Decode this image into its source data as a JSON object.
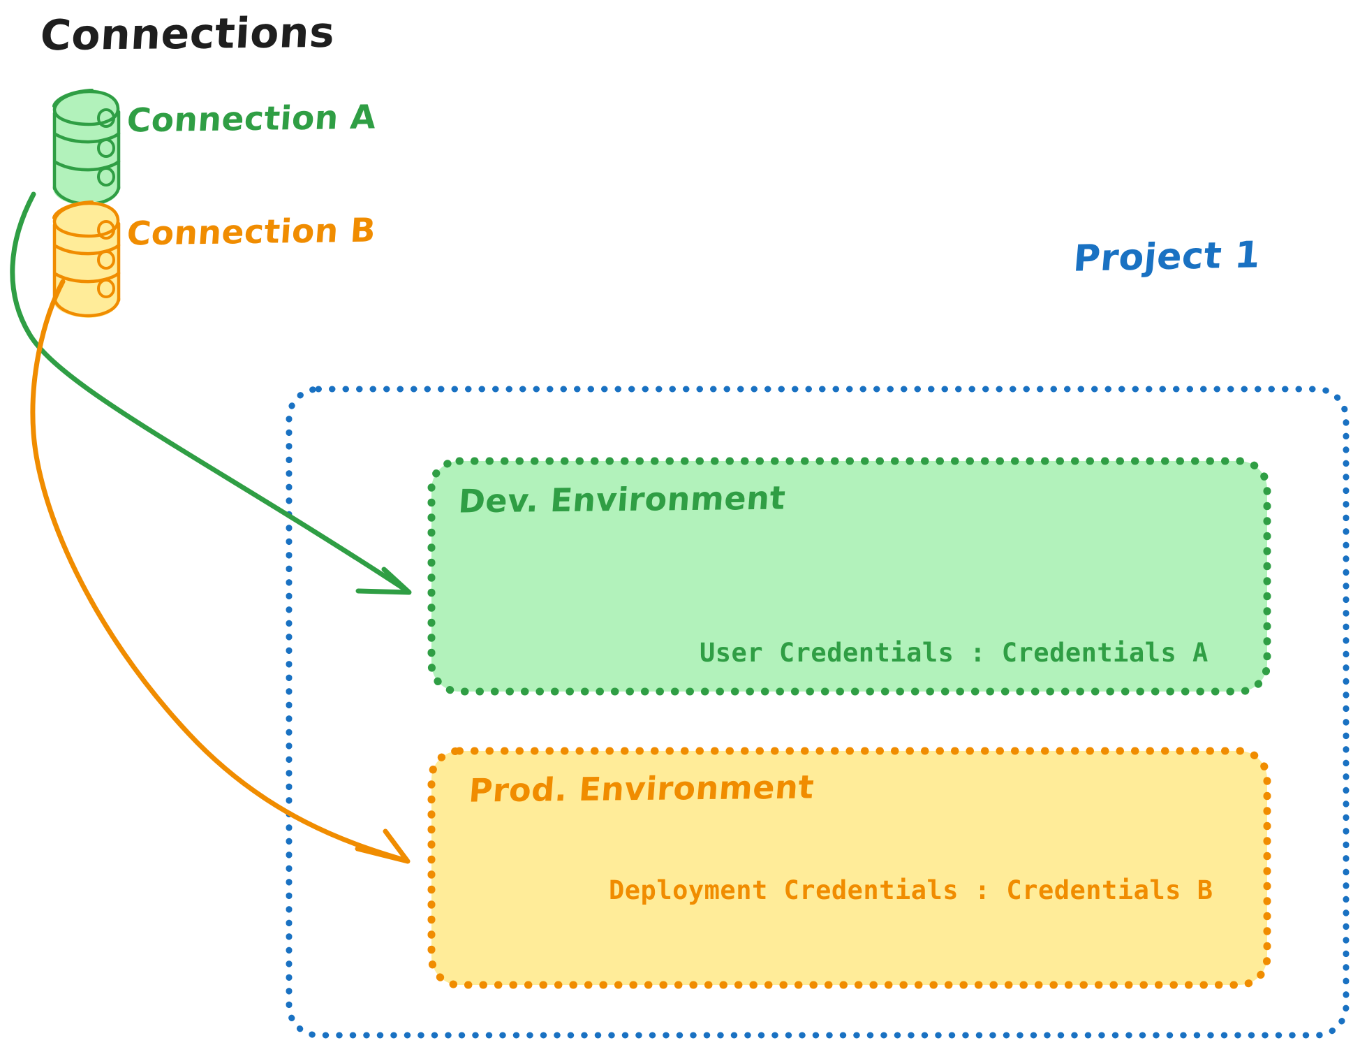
{
  "meta": {
    "style": "hand-drawn-sketch",
    "background": "#ffffff"
  },
  "colors": {
    "green_stroke": "#2f9e44",
    "green_fill": "#b2f2bb",
    "orange_stroke": "#f08c00",
    "orange_fill": "#ffec99",
    "blue_stroke": "#1971c2",
    "black_text": "#1e1e1e"
  },
  "connections_panel": {
    "title": "Connections",
    "items": [
      {
        "label": "Connection A",
        "icon": "database-cylinder-icon",
        "color": "#2f9e44"
      },
      {
        "label": "Connection B",
        "icon": "database-cylinder-icon",
        "color": "#f08c00"
      }
    ]
  },
  "project": {
    "label": "Project 1",
    "color": "#1971c2",
    "environments": [
      {
        "name": "Dev. Environment",
        "color": "#2f9e44",
        "fill": "#b2f2bb",
        "credentials_line": "User Credentials : Credentials A",
        "credentials_key": "User Credentials",
        "credentials_value": "Credentials A"
      },
      {
        "name": "Prod. Environment",
        "color": "#f08c00",
        "fill": "#ffec99",
        "credentials_line": "Deployment Credentials : Credentials B",
        "credentials_key": "Deployment Credentials",
        "credentials_value": "Credentials B"
      }
    ]
  },
  "arrows": [
    {
      "from": "Connection A",
      "to": "Dev. Environment",
      "color": "#2f9e44"
    },
    {
      "from": "Connection B",
      "to": "Prod. Environment",
      "color": "#f08c00"
    }
  ]
}
